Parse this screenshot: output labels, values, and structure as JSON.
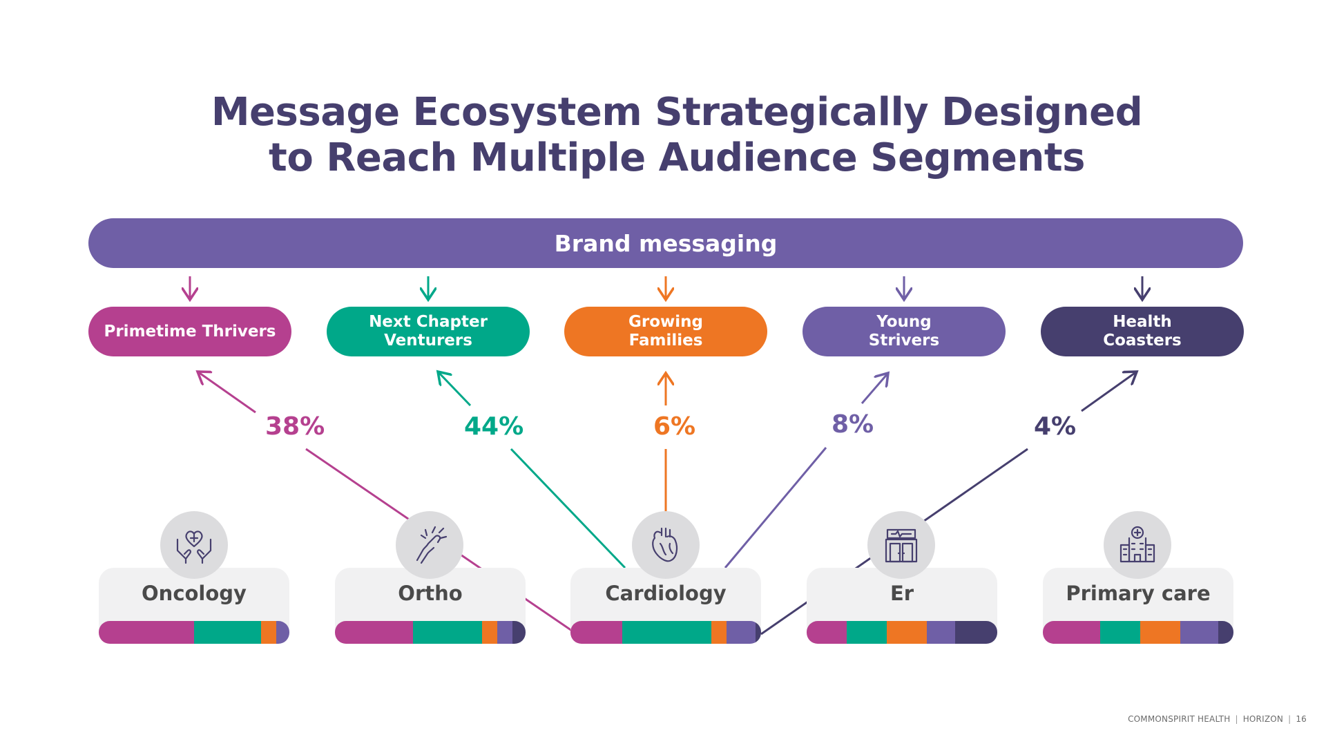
{
  "title": {
    "line1": "Message Ecosystem Strategically Designed",
    "line2": "to Reach Multiple Audience Segments"
  },
  "brand_bar": {
    "label": "Brand messaging",
    "color": "#6f5fa6"
  },
  "segments": [
    {
      "line1": "Primetime Thrivers",
      "line2": "",
      "color": "#b5408f"
    },
    {
      "line1": "Next Chapter",
      "line2": "Venturers",
      "color": "#00a889"
    },
    {
      "line1": "Growing",
      "line2": "Families",
      "color": "#ee7623"
    },
    {
      "line1": "Young",
      "line2": "Strivers",
      "color": "#6f5fa6"
    },
    {
      "line1": "Health",
      "line2": "Coasters",
      "color": "#463f6e"
    }
  ],
  "flows": [
    {
      "percent": "38%",
      "segment": "Primetime Thrivers",
      "from": "Cardiology"
    },
    {
      "percent": "44%",
      "segment": "Next Chapter Venturers",
      "from": "Cardiology"
    },
    {
      "percent": "6%",
      "segment": "Growing Families",
      "from": "Cardiology"
    },
    {
      "percent": "8%",
      "segment": "Young Strivers",
      "from": "Cardiology"
    },
    {
      "percent": "4%",
      "segment": "Health Coasters",
      "from": "Cardiology"
    }
  ],
  "services": [
    {
      "label": "Oncology",
      "icon": "hands-heart-icon",
      "mix": [
        0.5,
        0.35,
        0.08,
        0.07,
        0
      ]
    },
    {
      "label": "Ortho",
      "icon": "joint-pain-icon",
      "mix": [
        0.41,
        0.36,
        0.08,
        0.08,
        0.07
      ]
    },
    {
      "label": "Cardiology",
      "icon": "heart-icon",
      "mix": [
        0.27,
        0.47,
        0.08,
        0.15,
        0.03
      ]
    },
    {
      "label": "Er",
      "icon": "emergency-room-icon",
      "mix": [
        0.21,
        0.21,
        0.21,
        0.15,
        0.22
      ]
    },
    {
      "label": "Primary care",
      "icon": "hospital-icon",
      "mix": [
        0.3,
        0.21,
        0.21,
        0.2,
        0.08
      ]
    }
  ],
  "footer": {
    "org": "COMMONSPIRIT HEALTH",
    "project": "HORIZON",
    "page": "16"
  }
}
